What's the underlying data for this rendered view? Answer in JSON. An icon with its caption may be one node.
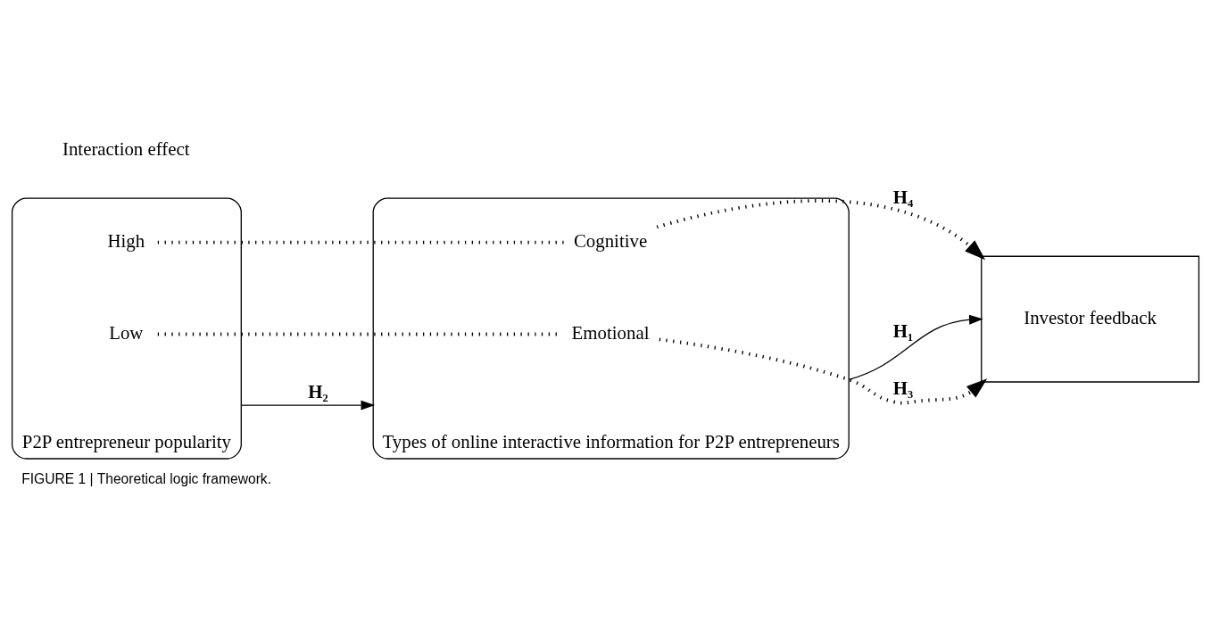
{
  "diagram": {
    "caption": "FIGURE 1 | Theoretical logic framework.",
    "nodes": [
      {
        "text": [
          "Types of online interactive information for P2P entrepreneurs"
        ]
      },
      {
        "text": [
          "Emotional"
        ],
        "in": 0
      },
      {
        "text": [
          "Cognitive"
        ],
        "in": 0
      },
      {
        "text": [
          "Investor feedback"
        ]
      },
      {
        "text": [
          "P2P entrepreneur popularity"
        ]
      },
      {
        "text": [
          "High"
        ],
        "in": 4
      },
      {
        "text": [
          "Low"
        ],
        "in": 4
      }
    ],
    "edges": [
      {
        "from": 0,
        "to": 3,
        "arrow": "to",
        "label": "H₁"
      },
      {
        "from": 4,
        "to": 0,
        "arrow": "to",
        "label": "H₂"
      },
      {
        "from": 1,
        "to": 3,
        "arrow": "to",
        "label": "H₃",
        "style": "dashed"
      },
      {
        "from": 2,
        "to": 3,
        "arrow": "to",
        "label": "H₄",
        "style": "dashed"
      },
      {
        "from": 6,
        "to": 1,
        "arrow": "none",
        "style": "dashed"
      },
      {
        "from": 5,
        "to": 2,
        "arrow": "none",
        "style": "dashed"
      }
    ],
    "labels": [
      "Interaction effect"
    ]
  }
}
